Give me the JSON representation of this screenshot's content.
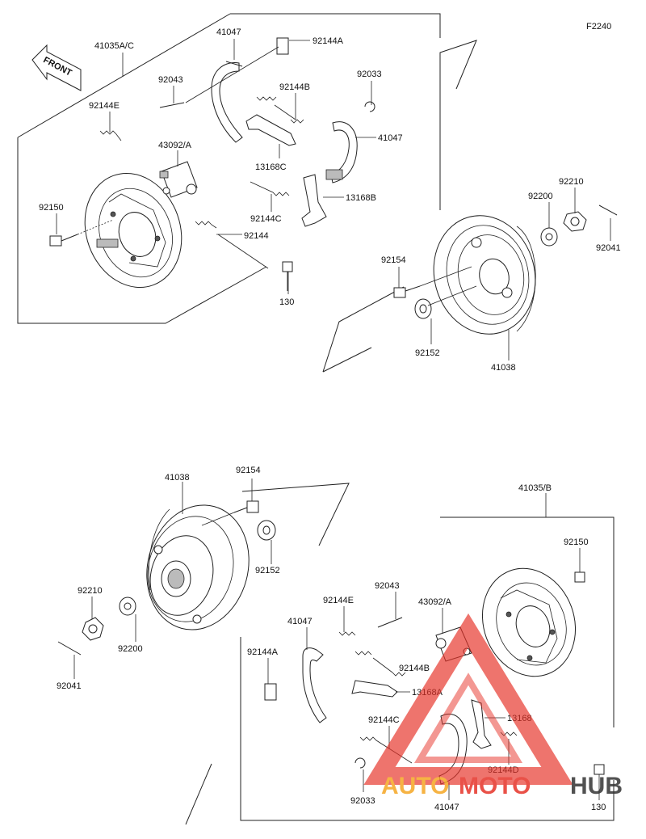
{
  "diagram_code": "F2240",
  "front_label": "FRONT",
  "watermark": {
    "word1": "AUTO",
    "word2": "MOTO",
    "word3": "HUB",
    "color1": "#f5a623",
    "color2": "#e63329",
    "color3": "#333333"
  },
  "top_labels": {
    "l41035ac": "41035A/C",
    "l41047a": "41047",
    "l92144a": "92144A",
    "l92043": "92043",
    "l92144b": "92144B",
    "l92033": "92033",
    "l92144e": "92144E",
    "l43092a": "43092/A",
    "l41047b": "41047",
    "l13168c": "13168C",
    "l13168b": "13168B",
    "l92150": "92150",
    "l92144c": "92144C",
    "l92144": "92144",
    "l130": "130",
    "l92210": "92210",
    "l92200": "92200",
    "l92041": "92041",
    "l92154": "92154",
    "l92152": "92152",
    "l41038": "41038"
  },
  "bottom_labels": {
    "l41038": "41038",
    "l92154": "92154",
    "l41035b": "41035/B",
    "l92150": "92150",
    "l92152": "92152",
    "l92210": "92210",
    "l92043": "92043",
    "l92144e": "92144E",
    "l43092a": "43092/A",
    "l41047a": "41047",
    "l92200": "92200",
    "l92144a": "92144A",
    "l92144b": "92144B",
    "l13168a": "13168A",
    "l92041": "92041",
    "l92144c": "92144C",
    "l13168": "13168",
    "l92144d": "92144D",
    "l92033": "92033",
    "l41047b": "41047",
    "l130": "130"
  }
}
